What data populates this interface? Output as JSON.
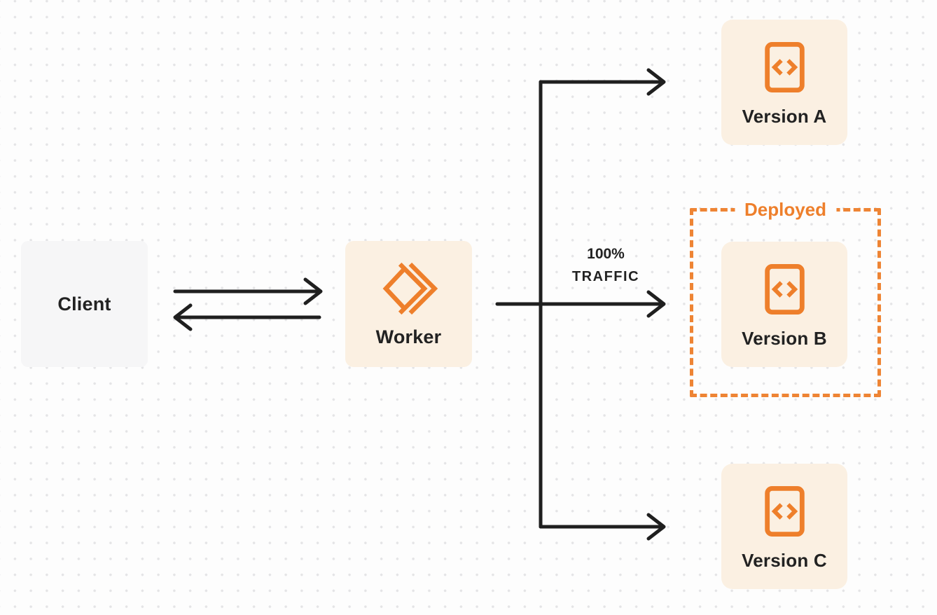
{
  "colors": {
    "accent": "#EE7F2B",
    "accent_soft_bg": "#FBF0E2",
    "client_bg": "#F6F6F7",
    "arrow": "#1F1F1F",
    "text": "#222222",
    "deployed_border": "#EE8434",
    "page_bg": "#FDFDFD",
    "dot": "#E4E4E6"
  },
  "nodes": {
    "client": {
      "label": "Client"
    },
    "worker": {
      "label": "Worker"
    },
    "versions": [
      {
        "id": "version-a",
        "label": "Version A",
        "deployed": false
      },
      {
        "id": "version-b",
        "label": "Version B",
        "deployed": true
      },
      {
        "id": "version-c",
        "label": "Version C",
        "deployed": false
      }
    ]
  },
  "deployed_badge": {
    "label": "Deployed"
  },
  "traffic_label": {
    "line1": "100%",
    "line2": "TRAFFIC"
  },
  "edges": [
    {
      "from": "client",
      "to": "worker",
      "direction": "bidirectional"
    },
    {
      "from": "worker",
      "to": "version-a"
    },
    {
      "from": "worker",
      "to": "version-b",
      "label": "100% TRAFFIC"
    },
    {
      "from": "worker",
      "to": "version-c"
    }
  ]
}
